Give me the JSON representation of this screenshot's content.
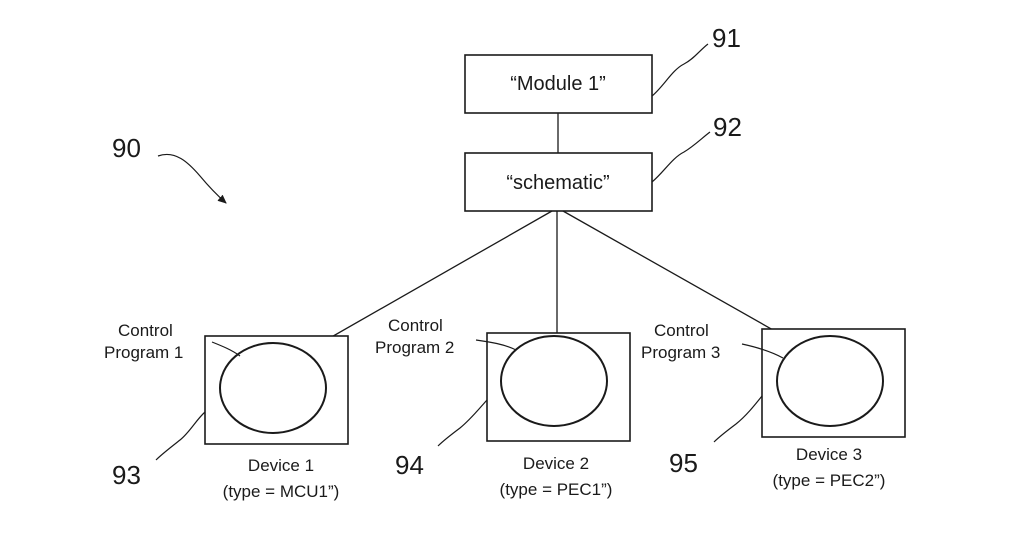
{
  "figure_ref": "90",
  "module": {
    "ref": "91",
    "label": "“Module 1”"
  },
  "schematic": {
    "ref": "92",
    "label": "“schematic”"
  },
  "devices": [
    {
      "ref": "93",
      "program_line1": "Control",
      "program_line2": "Program 1",
      "name": "Device 1",
      "type": "(type = MCU1”)"
    },
    {
      "ref": "94",
      "program_line1": "Control",
      "program_line2": "Program 2",
      "name": "Device 2",
      "type": "(type = PEC1”)"
    },
    {
      "ref": "95",
      "program_line1": "Control",
      "program_line2": "Program 3",
      "name": "Device 3",
      "type": "(type = PEC2”)"
    }
  ]
}
